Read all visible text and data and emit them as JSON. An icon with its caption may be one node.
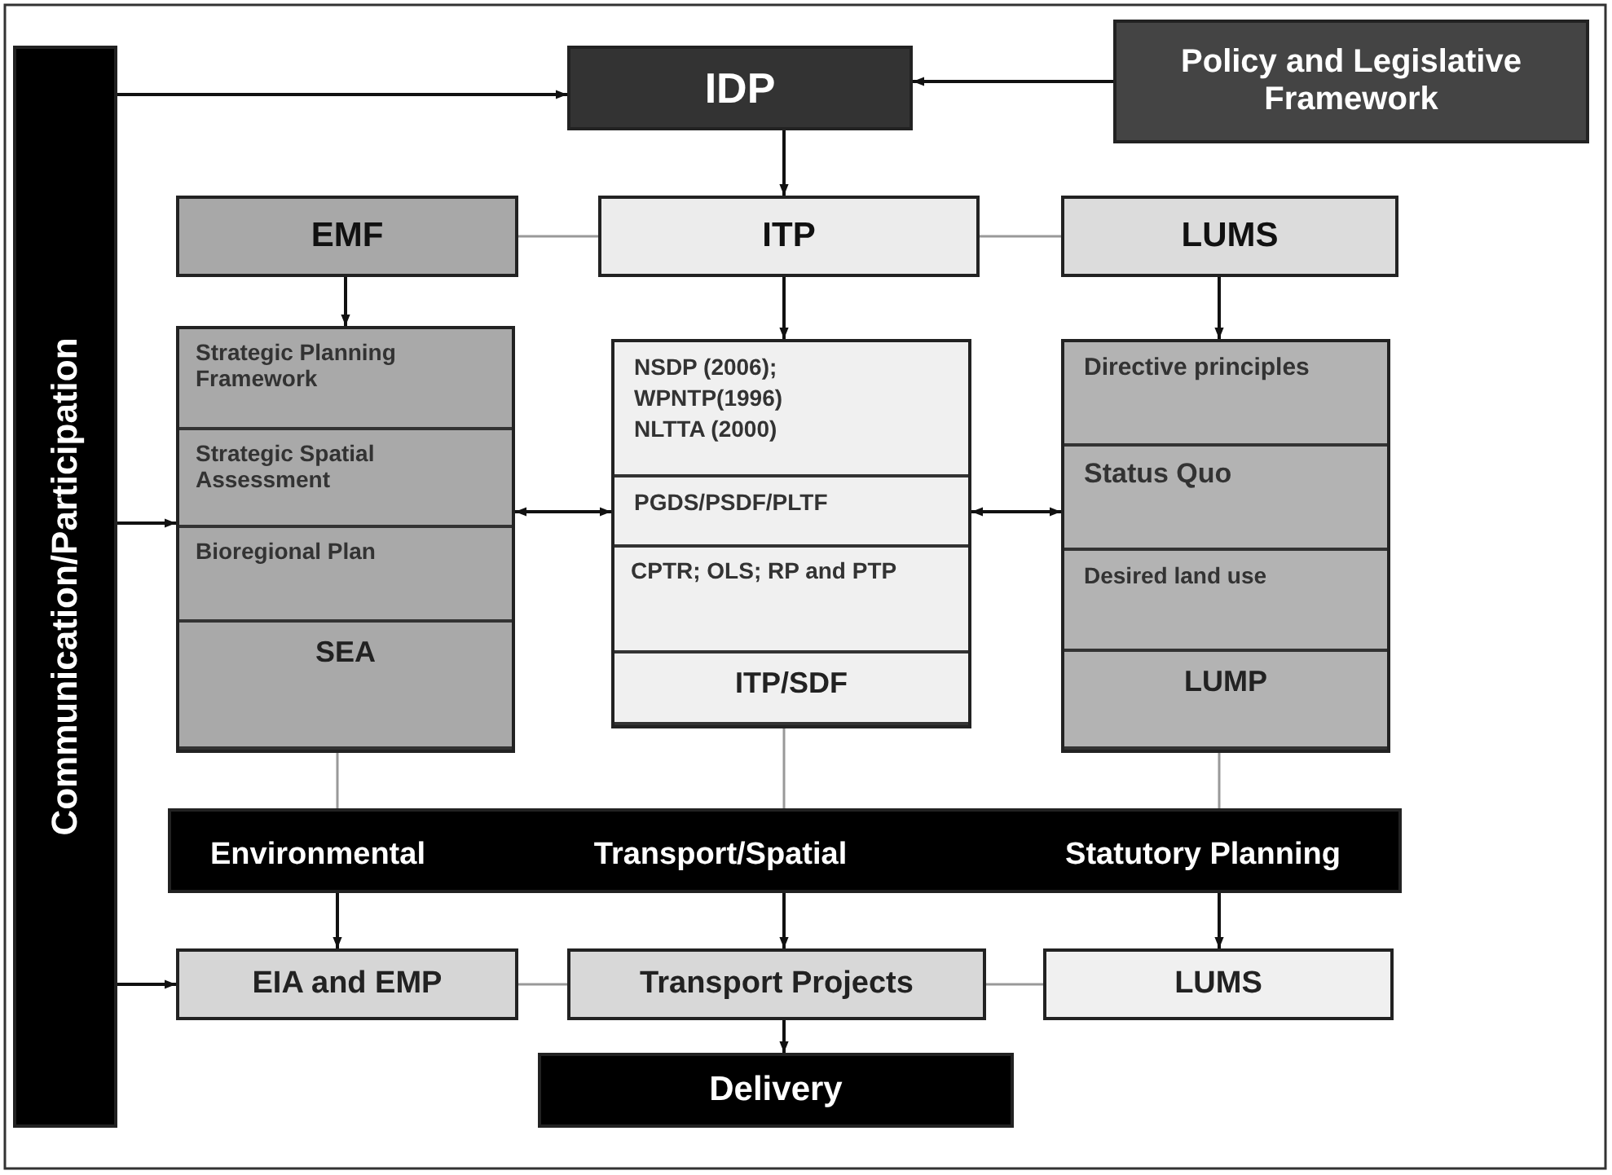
{
  "diagram": {
    "nodes": [
      {
        "text": [
          "Communication/Participation"
        ]
      },
      {
        "text": [
          "IDP"
        ]
      },
      {
        "text": [
          "Policy and Legislative Framework"
        ]
      },
      {
        "text": [
          "EMF"
        ]
      },
      {
        "text": [
          "ITP"
        ]
      },
      {
        "text": [
          "LUMS"
        ]
      },
      {
        "text": [],
        "shape": "box"
      },
      {
        "text": [
          "Strategic Planning Framework"
        ],
        "in": 6
      },
      {
        "text": [
          "Strategic Spatial Assessment"
        ],
        "in": 6
      },
      {
        "text": [
          "Bioregional Plan"
        ],
        "in": 6
      },
      {
        "text": [
          "SEA"
        ],
        "in": 6
      },
      {
        "text": [],
        "shape": "box"
      },
      {
        "text": [
          "NSDP (2006); WPNTP(1996) NLTTA (2000)"
        ],
        "in": 11
      },
      {
        "text": [
          "PGDS/PSDF/PLTF"
        ],
        "in": 11
      },
      {
        "text": [
          "CPTR; OLS; RP and PTP"
        ],
        "in": 11
      },
      {
        "text": [
          "ITP/SDF"
        ],
        "in": 11
      },
      {
        "text": [],
        "shape": "box"
      },
      {
        "text": [
          "Directive principles"
        ],
        "in": 16
      },
      {
        "text": [
          "Status Quo"
        ],
        "in": 16
      },
      {
        "text": [
          "Desired land use"
        ],
        "in": 16
      },
      {
        "text": [
          "LUMP"
        ],
        "in": 16
      },
      {
        "text": [
          "Environmental",
          "Transport/Spatial",
          "Statutory Planning"
        ]
      },
      {
        "text": [
          "EIA and EMP"
        ]
      },
      {
        "text": [
          "Transport Projects"
        ]
      },
      {
        "text": [
          "LUMS"
        ]
      },
      {
        "text": [
          "Delivery"
        ]
      }
    ],
    "edges": [
      {
        "from": 0,
        "to": 1,
        "arrow": "to"
      },
      {
        "from": 2,
        "to": 1,
        "arrow": "to"
      },
      {
        "from": 1,
        "to": 4,
        "arrow": "to"
      },
      {
        "from": 3,
        "to": 4,
        "arrow": "none",
        "color": "#999999"
      },
      {
        "from": 4,
        "to": 5,
        "arrow": "none",
        "color": "#999999"
      },
      {
        "from": 3,
        "to": 6,
        "arrow": "to"
      },
      {
        "from": 4,
        "to": 11,
        "arrow": "to"
      },
      {
        "from": 5,
        "to": 16,
        "arrow": "to"
      },
      {
        "from": 0,
        "to": 6,
        "arrow": "to"
      },
      {
        "from": 6,
        "to": 11,
        "arrow": "both"
      },
      {
        "from": 11,
        "to": 16,
        "arrow": "both"
      },
      {
        "from": 6,
        "to": 21,
        "arrow": "none",
        "color": "#999999"
      },
      {
        "from": 11,
        "to": 21,
        "arrow": "none",
        "color": "#999999"
      },
      {
        "from": 16,
        "to": 21,
        "arrow": "none",
        "color": "#999999"
      },
      {
        "from": 21,
        "to": 22,
        "arrow": "to"
      },
      {
        "from": 21,
        "to": 23,
        "arrow": "to"
      },
      {
        "from": 21,
        "to": 24,
        "arrow": "to"
      },
      {
        "from": 0,
        "to": 22,
        "arrow": "to"
      },
      {
        "from": 22,
        "to": 23,
        "arrow": "none",
        "color": "#999999"
      },
      {
        "from": 23,
        "to": 24,
        "arrow": "none",
        "color": "#999999"
      },
      {
        "from": 23,
        "to": 25,
        "arrow": "to"
      }
    ]
  }
}
